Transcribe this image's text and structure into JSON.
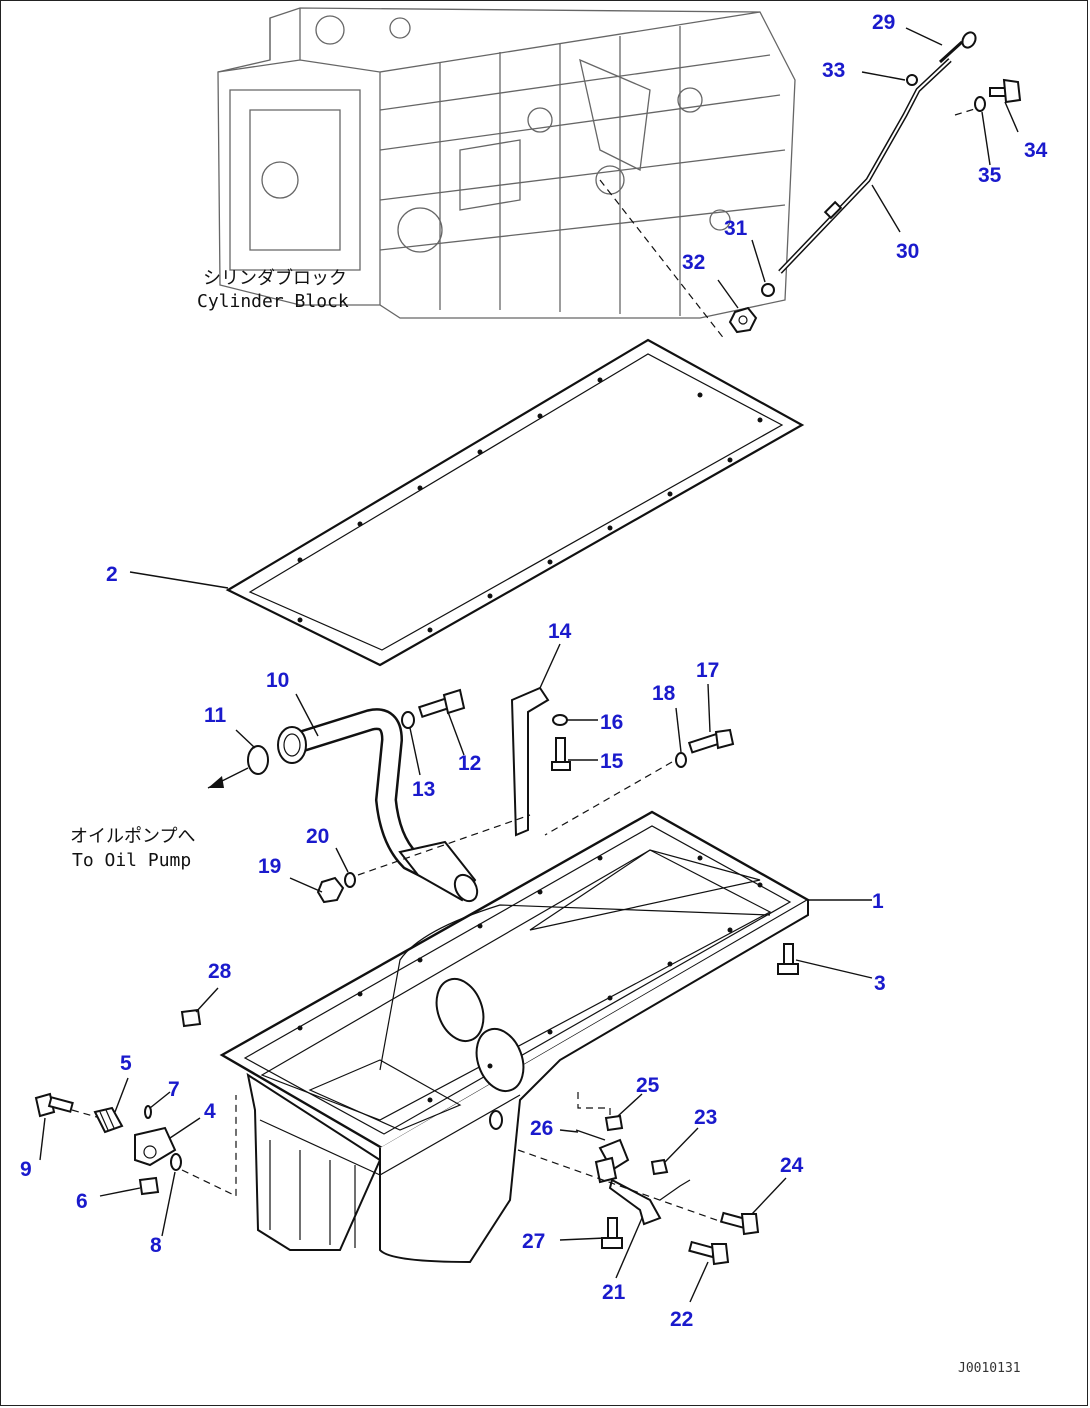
{
  "captions": {
    "cylinder_jp": "シリンダブロック",
    "cylinder_en": "Cylinder Block",
    "oilpump_jp": "オイルポンプへ",
    "oilpump_en": "To Oil Pump"
  },
  "drawing_code": "J0010131",
  "callouts": [
    "1",
    "2",
    "3",
    "4",
    "5",
    "6",
    "7",
    "8",
    "9",
    "10",
    "11",
    "12",
    "13",
    "14",
    "15",
    "16",
    "17",
    "18",
    "19",
    "20",
    "21",
    "22",
    "23",
    "24",
    "25",
    "26",
    "27",
    "28",
    "29",
    "30",
    "31",
    "32",
    "33",
    "34",
    "35"
  ],
  "colors": {
    "callout": "#1a1acc",
    "line": "#111111"
  }
}
